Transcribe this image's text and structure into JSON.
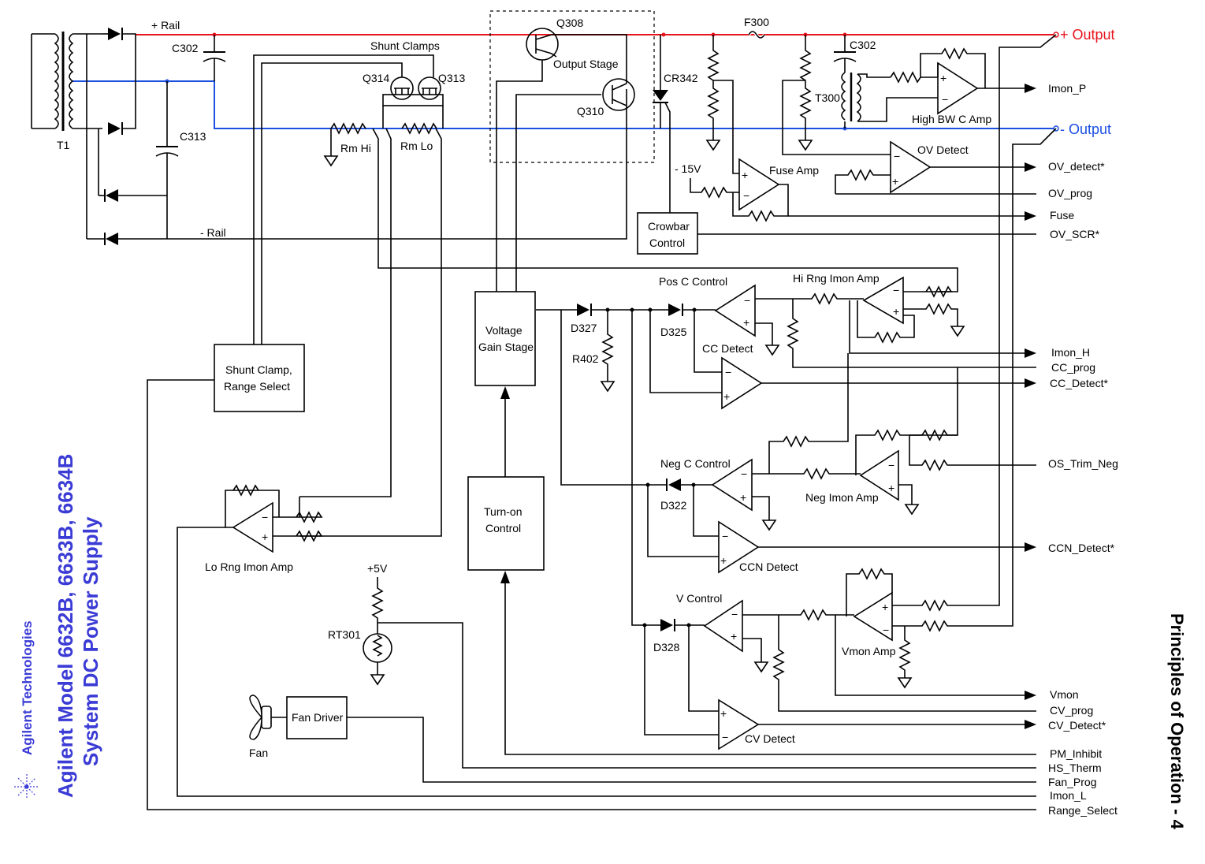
{
  "page": {
    "company": "Agilent Technologies",
    "model_line": "Agilent Model 6632B, 6633B, 6634B",
    "product_line": "System DC Power Supply",
    "section_title": "Principles of Operation - 4",
    "brand_color": "#3b3bd6"
  },
  "rails": {
    "plus_rail": "+ Rail",
    "minus_rail": "- Rail",
    "plus_output": "+ Output",
    "minus_output": "- Output",
    "plus_color": "#e8141c",
    "minus_color": "#1a4fe0"
  },
  "components": {
    "t1": "T1",
    "c302_left": "C302",
    "c313": "C313",
    "shunt_clamps": "Shunt Clamps",
    "q314": "Q314",
    "q313": "Q313",
    "rm_hi": "Rm Hi",
    "rm_lo": "Rm Lo",
    "q308": "Q308",
    "output_stage": "Output Stage",
    "q310": "Q310",
    "cr342": "CR342",
    "f300": "F300",
    "c302_right": "C302",
    "t300": "T300",
    "high_bw_c_amp": "High BW C Amp",
    "ov_detect": "OV Detect",
    "fuse_amp": "Fuse Amp",
    "minus_15v": "- 15V",
    "crowbar_control_1": "Crowbar",
    "crowbar_control_2": "Control",
    "pos_c_control": "Pos C Control",
    "hi_rng_imon_amp": "Hi Rng Imon Amp",
    "d327": "D327",
    "d325": "D325",
    "r402": "R402",
    "cc_detect": "CC Detect",
    "voltage_gain_1": "Voltage",
    "voltage_gain_2": "Gain Stage",
    "shunt_clamp_range_1": "Shunt Clamp,",
    "shunt_clamp_range_2": "Range Select",
    "neg_c_control": "Neg C Control",
    "d322": "D322",
    "neg_imon_amp": "Neg Imon Amp",
    "ccn_detect": "CCN Detect",
    "turn_on_1": "Turn-on",
    "turn_on_2": "Control",
    "lo_rng_imon_amp": "Lo Rng Imon Amp",
    "plus_5v": "+5V",
    "rt301": "RT301",
    "v_control": "V Control",
    "d328": "D328",
    "vmon_amp": "Vmon Amp",
    "cv_detect": "CV Detect",
    "fan_driver": "Fan Driver",
    "fan": "Fan"
  },
  "signals": {
    "imon_p": "Imon_P",
    "ov_detect": "OV_detect*",
    "ov_prog": "OV_prog",
    "fuse": "Fuse",
    "ov_scr": "OV_SCR*",
    "imon_h": "Imon_H",
    "cc_prog": "CC_prog",
    "cc_detect": "CC_Detect*",
    "os_trim_neg": "OS_Trim_Neg",
    "ccn_detect": "CCN_Detect*",
    "vmon": "Vmon",
    "cv_prog": "CV_prog",
    "cv_detect": "CV_Detect*",
    "pm_inhibit": "PM_Inhibit",
    "hs_therm": "HS_Therm",
    "fan_prog": "Fan_Prog",
    "imon_l": "Imon_L",
    "range_select": "Range_Select"
  },
  "icons": {
    "logo": "agilent-spark-logo",
    "fan": "fan-icon"
  }
}
